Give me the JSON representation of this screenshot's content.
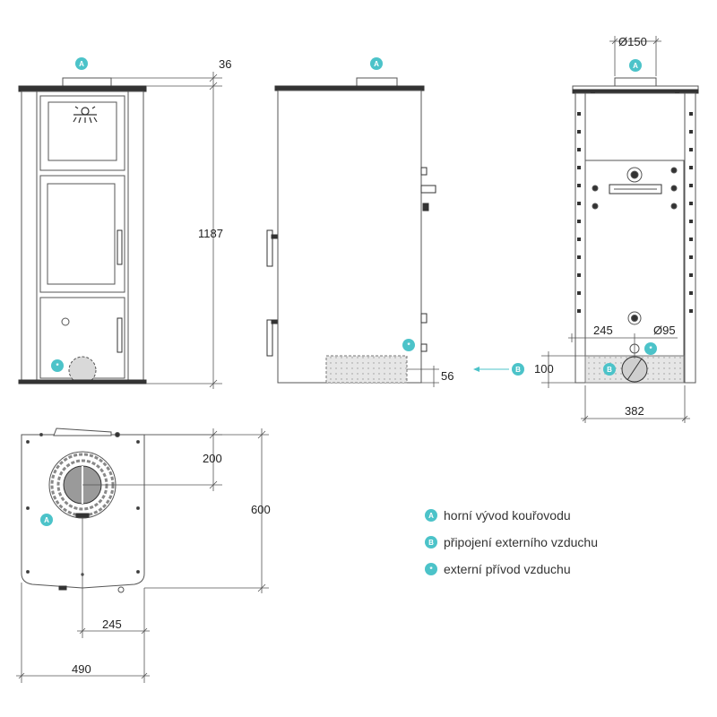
{
  "colors": {
    "accent": "#4cc3c9",
    "line": "#555555",
    "dark": "#333333",
    "fill_grey": "#d9d9d9"
  },
  "badges": {
    "a": "A",
    "b": "B",
    "star": "*"
  },
  "dimensions": {
    "flue_height_offset": "36",
    "total_height": "1187",
    "air_inlet_offset": "56",
    "flue_diameter": "Ø150",
    "air_offset_side": "245",
    "air_diameter": "Ø95",
    "air_height": "100",
    "back_width": "382",
    "top_depth_to_flue": "200",
    "total_depth": "600",
    "flue_offset_side": "245",
    "total_width": "490"
  },
  "legend": [
    {
      "badge": "A",
      "text": "horní vývod kouřovodu"
    },
    {
      "badge": "B",
      "text": "připojení externího vzduchu"
    },
    {
      "badge": "*",
      "text": "externí přívod vzduchu"
    }
  ]
}
